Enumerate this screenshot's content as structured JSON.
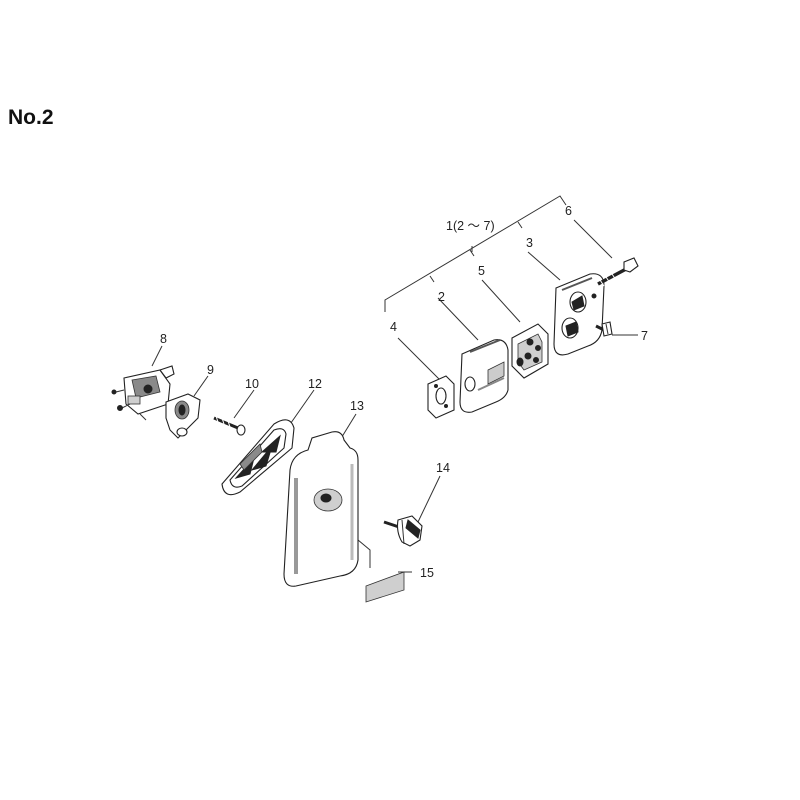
{
  "page": {
    "title": "No.2"
  },
  "callouts": {
    "c1": "1(2 ～ 7)",
    "c2": "2",
    "c3": "3",
    "c4": "4",
    "c5": "5",
    "c6": "6",
    "c7": "7",
    "c8": "8",
    "c9": "9",
    "c10": "10",
    "c12": "12",
    "c13": "13",
    "c14": "14",
    "c15": "15"
  }
}
